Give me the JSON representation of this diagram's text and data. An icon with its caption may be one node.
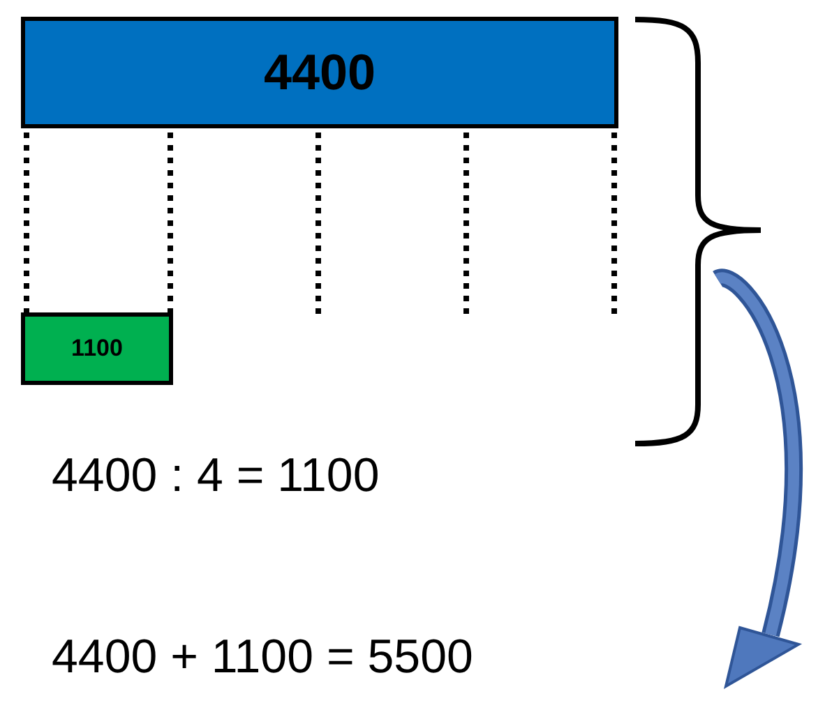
{
  "diagram": {
    "nodes": [
      {
        "text": [
          "4400"
        ]
      },
      {
        "text": [
          "1100"
        ]
      }
    ],
    "labels": [
      "4400 : 4 = 1100",
      "4400 + 1100 = 5500"
    ]
  }
}
